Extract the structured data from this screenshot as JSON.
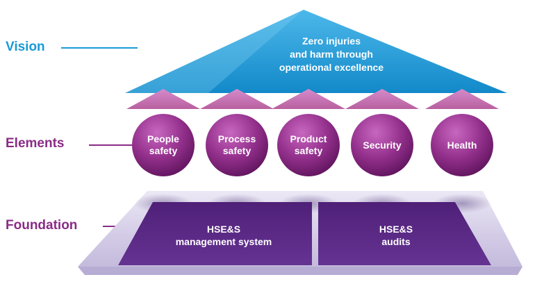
{
  "labels": {
    "vision": "Vision",
    "elements": "Elements",
    "foundation": "Foundation"
  },
  "vision_text": [
    "Zero injuries",
    "and harm through",
    "operational excellence"
  ],
  "elements": [
    {
      "id": "people-safety",
      "lines": [
        "People",
        "safety"
      ]
    },
    {
      "id": "process-safety",
      "lines": [
        "Process",
        "safety"
      ]
    },
    {
      "id": "product-safety",
      "lines": [
        "Product",
        "safety"
      ]
    },
    {
      "id": "security",
      "lines": [
        "Security"
      ]
    },
    {
      "id": "health",
      "lines": [
        "Health"
      ]
    }
  ],
  "foundation": [
    {
      "id": "management-system",
      "lines": [
        "HSE&S",
        "management system"
      ]
    },
    {
      "id": "audits",
      "lines": [
        "HSE&S",
        "audits"
      ]
    }
  ],
  "colors": {
    "vision_label": "#1a9ad6",
    "purple_label": "#8a2b86",
    "roof": "#1f9ad6",
    "roof_light": "#3fb2e6",
    "small_roof": "#c270b6",
    "sphere_dark": "#6f1a6c",
    "sphere_light": "#b44fae",
    "platform": "#d9d2ec",
    "block": "#5b2a84",
    "text": "#ffffff"
  }
}
